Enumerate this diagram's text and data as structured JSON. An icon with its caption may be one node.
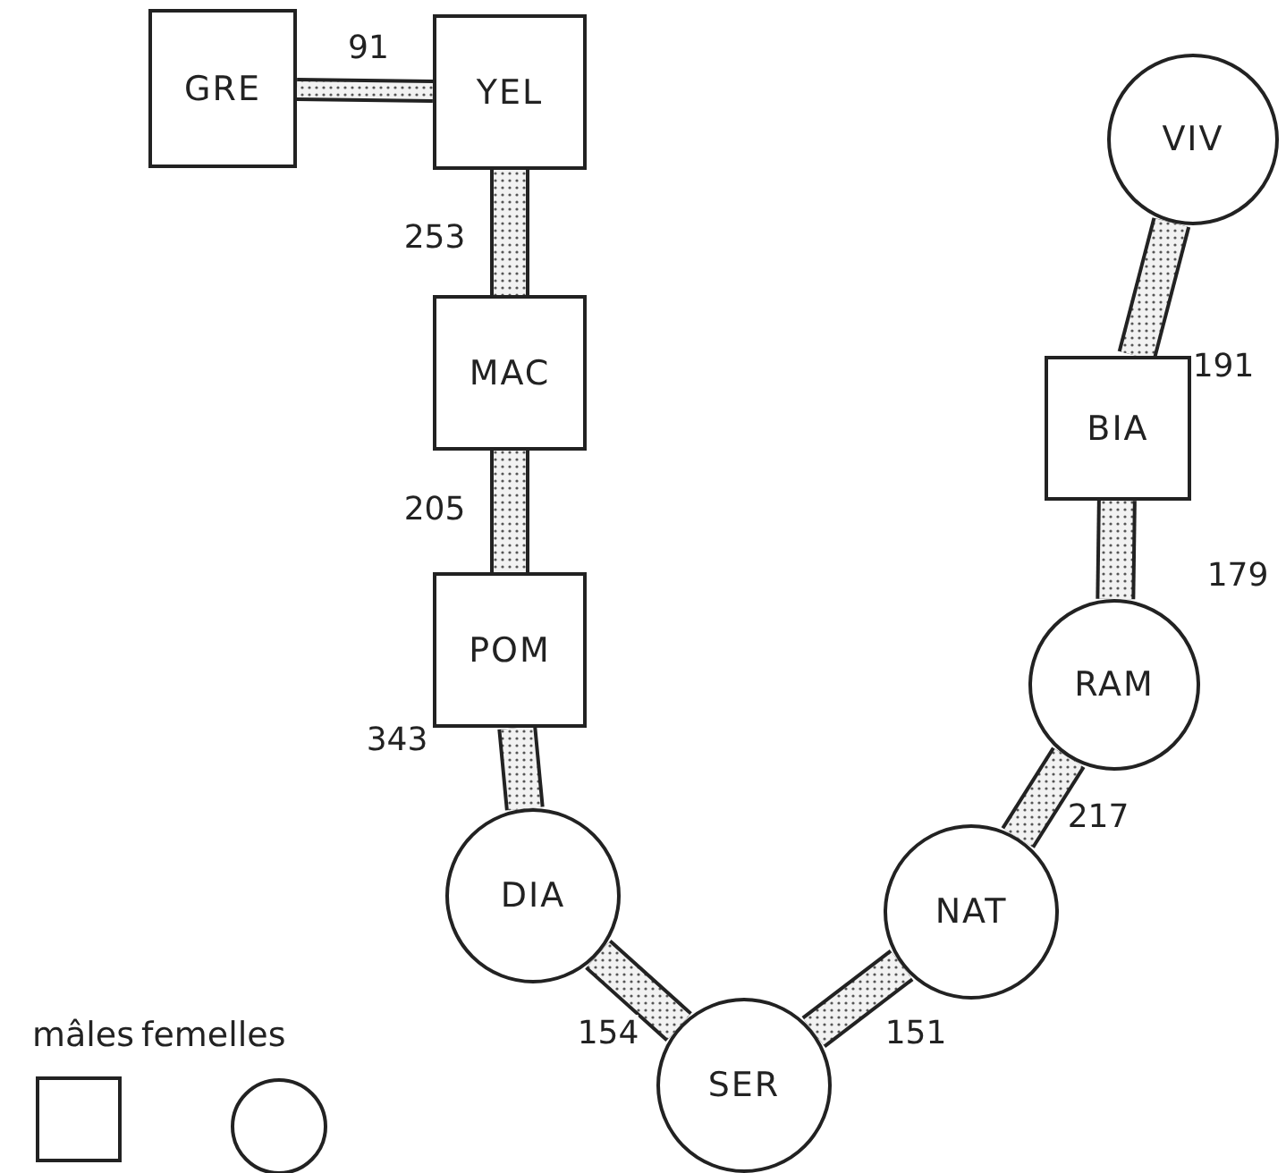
{
  "diagram": {
    "nodes": [
      {
        "text": [
          "GRE"
        ]
      },
      {
        "text": [
          "YEL"
        ]
      },
      {
        "text": [
          "MAC"
        ]
      },
      {
        "text": [
          "POM"
        ]
      },
      {
        "text": [
          "DIA"
        ]
      },
      {
        "text": [
          "SER"
        ]
      },
      {
        "text": [
          "NAT"
        ]
      },
      {
        "text": [
          "RAM"
        ]
      },
      {
        "text": [
          "BIA"
        ]
      },
      {
        "text": [
          "VIV"
        ]
      }
    ],
    "edges": [
      {
        "from": 0,
        "to": 1,
        "arrow": "none",
        "label": "91"
      },
      {
        "from": 1,
        "to": 2,
        "arrow": "none",
        "label": "253"
      },
      {
        "from": 2,
        "to": 3,
        "arrow": "none",
        "label": "205"
      },
      {
        "from": 3,
        "to": 4,
        "arrow": "none",
        "label": "343"
      },
      {
        "from": 4,
        "to": 5,
        "arrow": "none",
        "label": "154"
      },
      {
        "from": 5,
        "to": 6,
        "arrow": "none",
        "label": "151"
      },
      {
        "from": 6,
        "to": 7,
        "arrow": "none",
        "label": "217"
      },
      {
        "from": 7,
        "to": 8,
        "arrow": "none",
        "label": "179"
      },
      {
        "from": 8,
        "to": 9,
        "arrow": "none",
        "label": "191"
      }
    ],
    "legend": [
      {
        "text": "mâles"
      },
      {
        "text": "femelles"
      }
    ]
  }
}
